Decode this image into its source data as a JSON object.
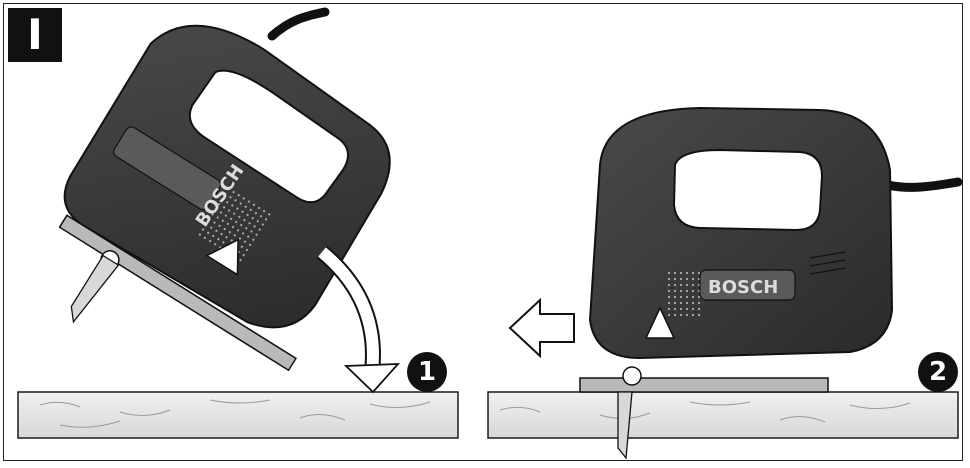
{
  "figure": {
    "label": "I"
  },
  "steps": [
    {
      "number": "1",
      "brand": "BOSCH"
    },
    {
      "number": "2",
      "brand": "BOSCH"
    }
  ],
  "colors": {
    "tool_dark": "#3a3a3a",
    "tool_mid": "#6b6b6b",
    "tool_light": "#a8a8a8",
    "board": "#e6e6e6",
    "outline": "#1a1a1a"
  }
}
